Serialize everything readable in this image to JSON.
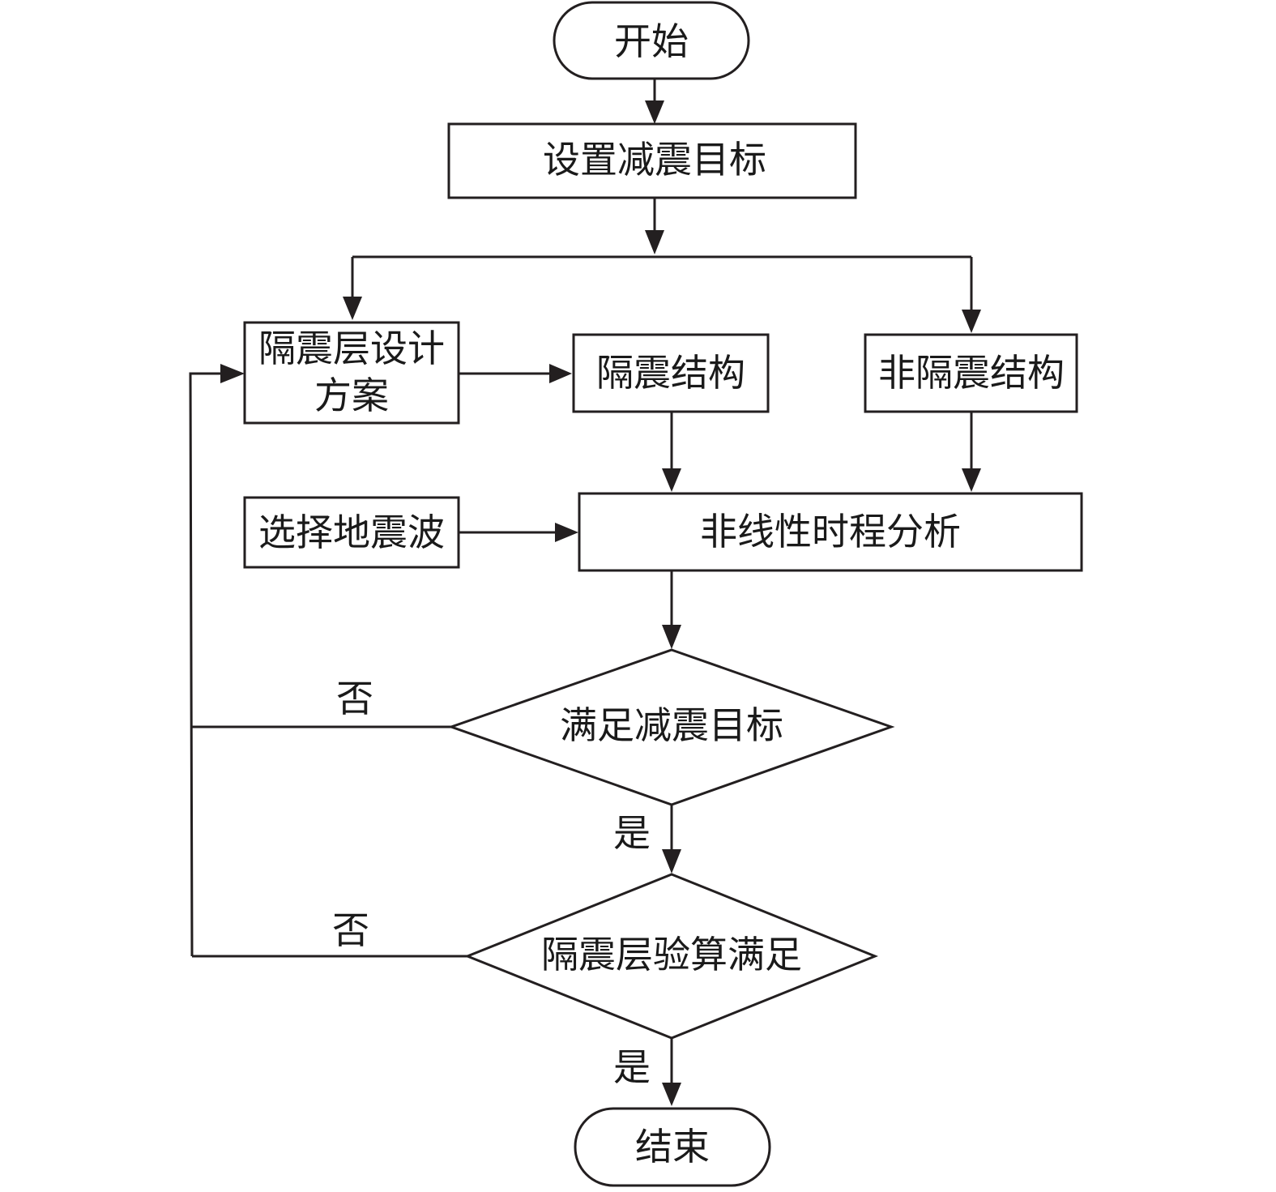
{
  "nodes": {
    "start": "开始",
    "set_target": "设置减震目标",
    "isolation_design_line1": "隔震层设计",
    "isolation_design_line2": "方案",
    "isolated_structure": "隔震结构",
    "non_isolated_structure": "非隔震结构",
    "select_wave": "选择地震波",
    "nonlinear_analysis": "非线性时程分析",
    "check_target": "满足减震目标",
    "check_isolation_layer": "隔震层验算满足",
    "end": "结束"
  },
  "edge_labels": {
    "no_1": "否",
    "yes_1": "是",
    "no_2": "否",
    "yes_2": "是"
  }
}
